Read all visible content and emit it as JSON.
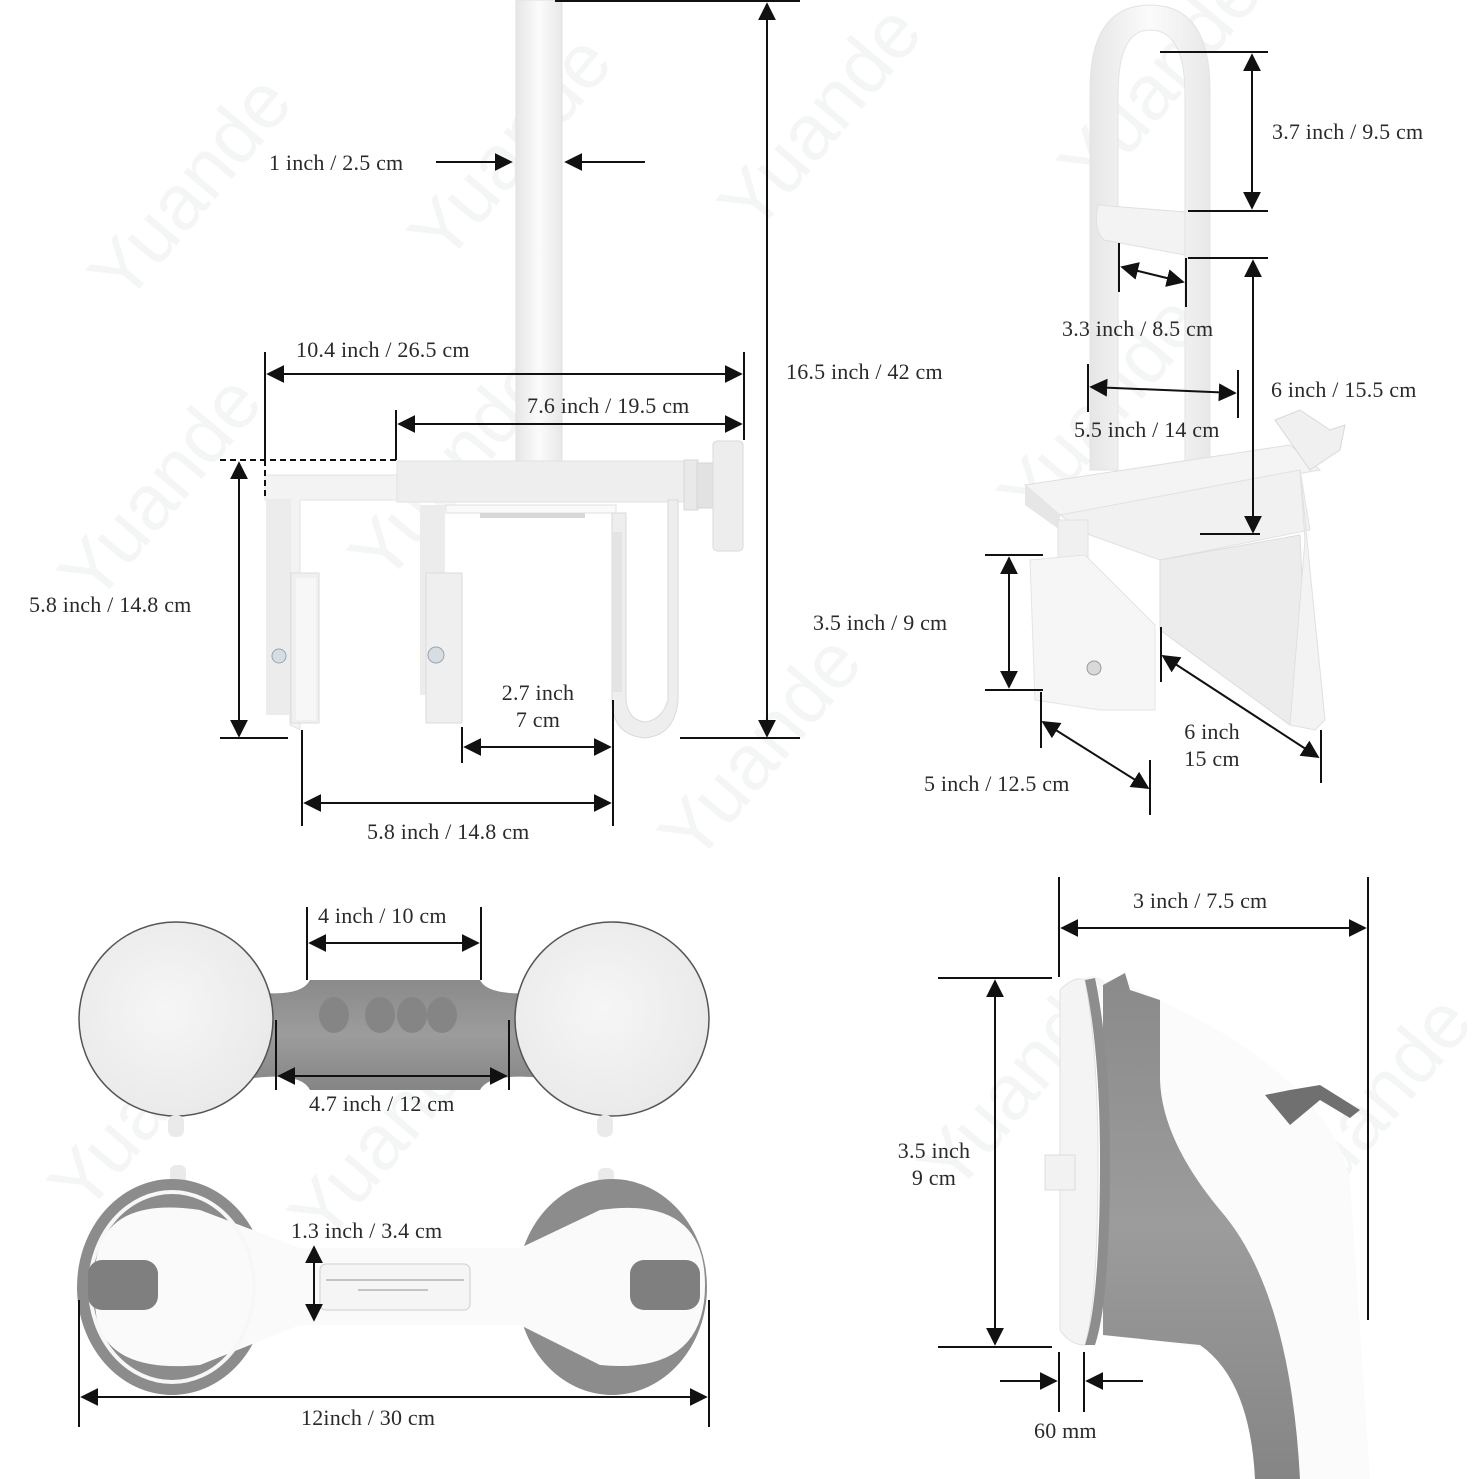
{
  "watermark": "Yuande",
  "colors": {
    "background": "#ffffff",
    "product_white": "#f2f2f2",
    "product_light_gray": "#e4e4e4",
    "product_gray": "#8f8f8f",
    "product_dark_gray": "#7a7a7a",
    "dimension_line": "#111111",
    "label_text": "#2a2a2a"
  },
  "panels": {
    "tub_rail_front": {
      "title": "Bathtub clamp rail – front view",
      "dimensions": {
        "bar_diameter": "1 inch / 2.5 cm",
        "total_height": "16.5 inch / 42 cm",
        "total_width": "10.4 inch / 26.5 cm",
        "clamp_width": "7.6 inch / 19.5 cm",
        "clamp_depth": "5.8 inch / 14.8 cm",
        "bottom_width": "5.8 inch / 14.8 cm",
        "tub_wall_gap_line1": "2.7 inch",
        "tub_wall_gap_line2": "7 cm"
      }
    },
    "tub_rail_side": {
      "title": "Bathtub clamp rail – perspective view",
      "dimensions": {
        "handle_height": "3.7 inch / 9.5 cm",
        "crossbar_length": "3.3 inch / 8.5 cm",
        "rail_width": "5.5 inch / 14 cm",
        "lower_height": "6 inch / 15.5 cm",
        "pad_height": "3.5 inch / 9 cm",
        "pad_width": "5 inch / 12.5 cm",
        "clamp_length_line1": "6 inch",
        "clamp_length_line2": "15 cm"
      }
    },
    "suction_bar_back": {
      "title": "Suction grab bar – back view",
      "dimensions": {
        "grip_length": "4 inch / 10 cm",
        "neck_length": "4.7 inch / 12 cm"
      }
    },
    "suction_bar_front": {
      "title": "Suction grab bar – front view",
      "dimensions": {
        "bar_thickness": "1.3 inch / 3.4 cm",
        "total_length": "12inch / 30 cm"
      }
    },
    "suction_bar_profile": {
      "title": "Suction grab bar – side profile",
      "dimensions": {
        "depth": "3 inch / 7.5 cm",
        "cup_height_line1": "3.5 inch",
        "cup_height_line2": "9 cm",
        "cup_thickness": "60 mm"
      }
    }
  }
}
